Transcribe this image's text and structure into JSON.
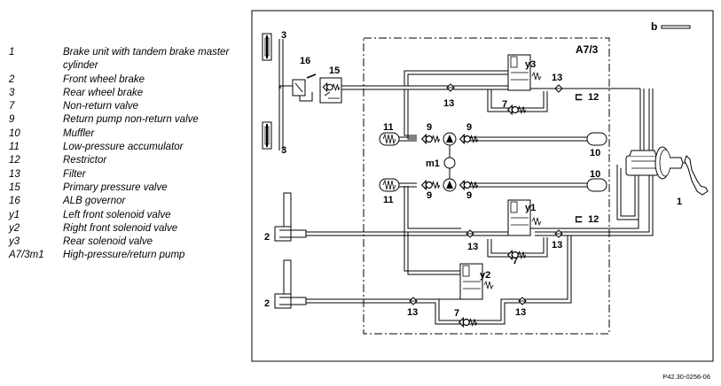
{
  "legend": [
    {
      "num": "1",
      "text": "Brake unit with tandem brake master cylinder"
    },
    {
      "num": "2",
      "text": "Front wheel brake"
    },
    {
      "num": "3",
      "text": "Rear wheel brake"
    },
    {
      "num": "7",
      "text": "Non-return valve"
    },
    {
      "num": "9",
      "text": "Return pump non-return valve"
    },
    {
      "num": "10",
      "text": "Muffler"
    },
    {
      "num": "11",
      "text": "Low-pressure accumulator"
    },
    {
      "num": "12",
      "text": "Restrictor"
    },
    {
      "num": "13",
      "text": "Filter"
    },
    {
      "num": "15",
      "text": "Primary pressure valve"
    },
    {
      "num": "16",
      "text": "ALB governor"
    },
    {
      "num": "y1",
      "text": "Left front solenoid valve"
    },
    {
      "num": "y2",
      "text": "Right front solenoid valve"
    },
    {
      "num": "y3",
      "text": "Rear solenoid valve"
    },
    {
      "num": "A7/3m1",
      "text": "High-pressure/return pump"
    }
  ],
  "diagram": {
    "unit_label": "A7/3",
    "key_label": "b",
    "labels": {
      "rear_brake_top": "3",
      "rear_brake_bottom": "3",
      "alb_governor": "16",
      "primary_pressure_valve": "15",
      "rear_solenoid": "y3",
      "filter_rear_in": "13",
      "filter_rear_out": "13",
      "restrictor_top": "12",
      "nrv_rear": "7",
      "accumulator_top": "11",
      "pump_nrv_top_in": "9",
      "pump_nrv_top_out": "9",
      "muffler_top": "10",
      "pump_motor": "m1",
      "muffler_bottom": "10",
      "accumulator_bottom": "11",
      "pump_nrv_bottom_in": "9",
      "pump_nrv_bottom_out": "9",
      "left_front_solenoid": "y1",
      "restrictor_bottom": "12",
      "front_brake_top": "2",
      "filter_left_front": "13",
      "filter_left_out": "13",
      "nrv_left_front": "7",
      "right_front_solenoid": "y2",
      "front_brake_bottom": "2",
      "filter_right_front_in": "13",
      "nrv_right_front": "7",
      "filter_right_front_out": "13",
      "brake_unit": "1"
    }
  },
  "figure_ref": "P42.30-0256-06"
}
